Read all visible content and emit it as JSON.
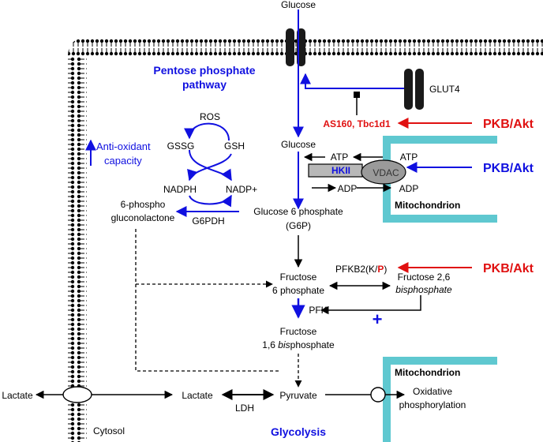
{
  "labels": {
    "glucose_top": "Glucose",
    "ppp_line1": "Pentose phosphate",
    "ppp_line2": "pathway",
    "glut4": "GLUT4",
    "as160": "AS160, Tbc1d1",
    "pkb_akt": "PKB/Akt",
    "glucose_inner": "Glucose",
    "ros": "ROS",
    "gssg": "GSSG",
    "gsh": "GSH",
    "antiox_line1": "Anti-oxidant",
    "antiox_line2": "capacity",
    "nadph": "NADPH",
    "nadp": "NADP+",
    "phospho_line1": "6-phospho",
    "phospho_line2": "gluconolactone",
    "g6pdh": "G6PDH",
    "atp": "ATP",
    "adp": "ADP",
    "hkii": "HKII",
    "vdac": "VDAC",
    "mitochondrion": "Mitochondrion",
    "g6p_line1": "Glucose 6 phosphate",
    "g6p_line2": "(G6P)",
    "fructose6p_line1": "Fructose",
    "fructose6p_line2": "6 phosphate",
    "pfkb2_prefix": "PFKB2(K/",
    "pfkb2_p": "P",
    "pfkb2_suffix": ")",
    "f26_line1": "Fructose 2,6",
    "f26_line2": "bisphosphate",
    "pfk": "PFK",
    "plus": "+",
    "f16_line1": "Fructose",
    "f16_line2_prefix": "1,6 ",
    "f16_line2_italic": "bis",
    "f16_line2_suffix": "phosphate",
    "lactate": "Lactate",
    "ldh": "LDH",
    "pyruvate": "Pyruvate",
    "oxphos_line1": "Oxidative",
    "oxphos_line2": "phosphorylation",
    "cytosol": "Cytosol",
    "glycolysis": "Glycolysis"
  },
  "colors": {
    "blue": "#1010e0",
    "red": "#e01010",
    "black": "#000000",
    "teal": "#5fc8d0",
    "grey_fill": "#b8b8b8",
    "dark": "#1a1a1a"
  }
}
